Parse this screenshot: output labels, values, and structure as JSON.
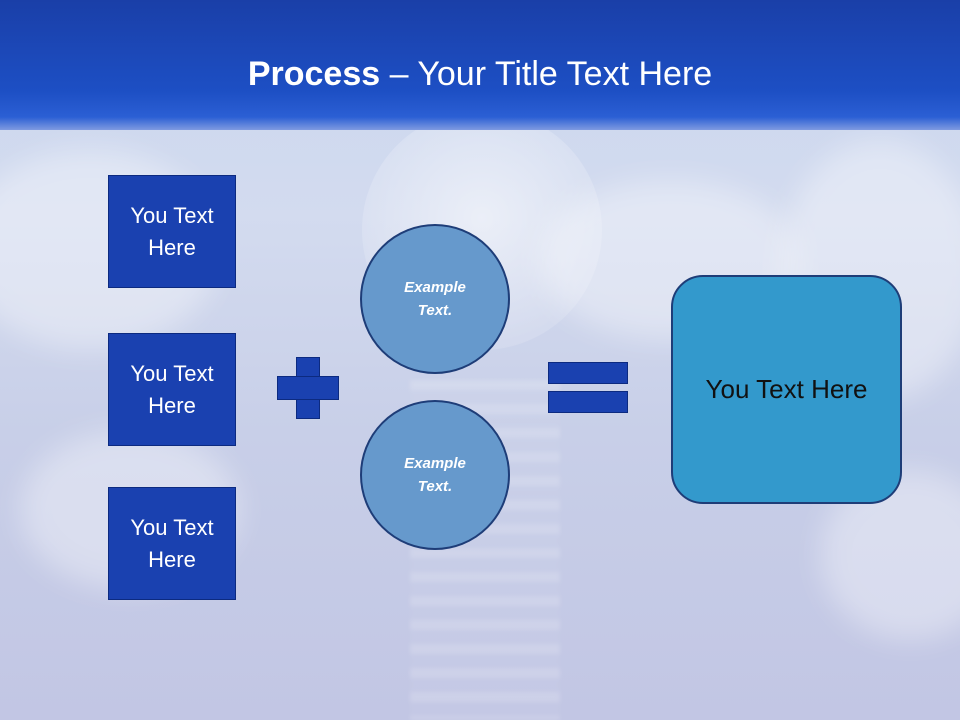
{
  "title": {
    "bold": "Process",
    "rest": " – Your Title Text Here"
  },
  "boxes": [
    {
      "label": "You Text Here"
    },
    {
      "label": "You Text Here"
    },
    {
      "label": "You Text Here"
    }
  ],
  "circles": [
    {
      "label": "Example Text."
    },
    {
      "label": "Example Text."
    }
  ],
  "operators": {
    "plus": "plus-icon",
    "equals": "equals-icon"
  },
  "result": {
    "label": "You Text Here"
  },
  "colors": {
    "title_bar": "#1d4fc4",
    "box_fill": "#1a41b0",
    "circle_fill": "#6699cc",
    "result_fill": "#3399cc"
  }
}
